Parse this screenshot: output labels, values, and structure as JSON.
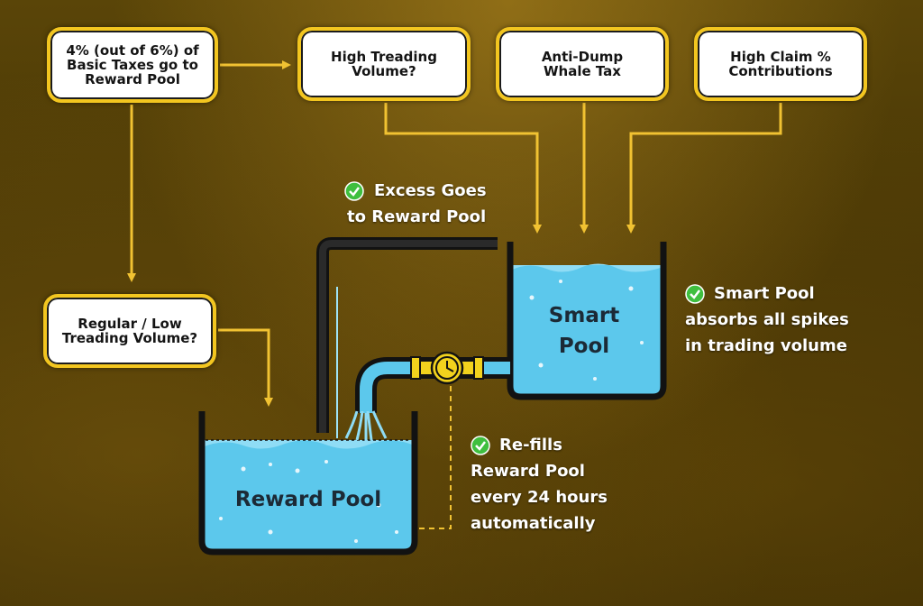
{
  "boxes": {
    "basic_taxes": "4% (out of 6%) of\nBasic Taxes go to\nReward Pool",
    "high_volume": "High Treading\nVolume?",
    "whale_tax": "Anti-Dump\nWhale Tax",
    "claim_contrib": "High Claim %\nContributions",
    "regular_volume": "Regular / Low\nTreading Volume?"
  },
  "notes": {
    "excess": [
      "Excess Goes",
      "to Reward Pool"
    ],
    "smart": [
      "Smart Pool",
      "absorbs all spikes",
      "in trading volume"
    ],
    "refill": [
      "Re-fills",
      "Reward Pool",
      "every 24 hours",
      "automatically"
    ]
  },
  "pools": {
    "smart": [
      "Smart",
      "Pool"
    ],
    "reward": "Reward Pool"
  },
  "colors": {
    "box_border": "#f3c61f",
    "arrow": "#f1c232",
    "water": "#5cc8ec",
    "tank_wall": "#121212",
    "check": "#3fbf3f",
    "valve": "#f2d21d"
  },
  "icons": {
    "check": "check-circle-icon",
    "valve": "timer-valve-icon"
  }
}
